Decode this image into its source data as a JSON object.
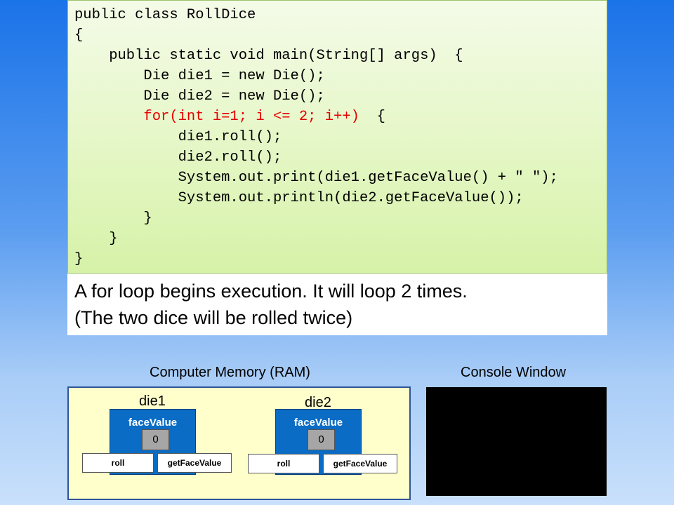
{
  "code": {
    "lines": [
      "public class RollDice",
      "{",
      "    public static void main(String[] args)  {",
      "        Die die1 = new Die();",
      "        Die die2 = new Die();",
      "        for(int i=1; i <= 2; i++)",
      "            die1.roll();",
      "            die2.roll();",
      "            System.out.print(die1.getFaceValue() + \" \");",
      "            System.out.println(die2.getFaceValue());",
      "        }",
      "    }",
      "}"
    ],
    "highlight_tail": "  {",
    "highlight_color": "#e60000"
  },
  "caption": {
    "line1": "A for loop begins execution. It will loop 2 times.",
    "line2": "(The two dice will be rolled twice)"
  },
  "memory": {
    "title": "Computer Memory (RAM)",
    "objects": [
      {
        "name": "die1",
        "field": "faceValue",
        "value": "0",
        "methods": [
          "roll",
          "getFaceValue"
        ]
      },
      {
        "name": "die2",
        "field": "faceValue",
        "value": "0",
        "methods": [
          "roll",
          "getFaceValue"
        ]
      }
    ]
  },
  "console": {
    "title": "Console Window",
    "output": ""
  },
  "colors": {
    "object_fill": "#0a6cc4",
    "memory_fill": "#ffffcc",
    "console_fill": "#000000"
  }
}
